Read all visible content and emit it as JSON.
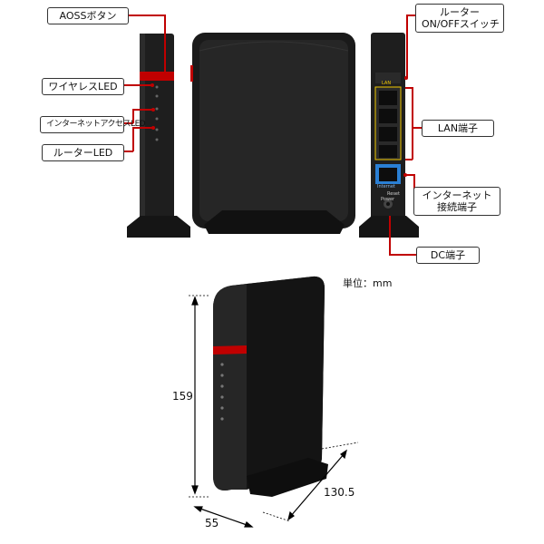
{
  "top_labels": {
    "aoss": "AOSSボタン",
    "wireless": "ワイヤレスLED",
    "internet_access": "インターネットアクセスLED",
    "router_led": "ルーターLED",
    "router_switch_line1": "ルーター",
    "router_switch_line2": "ON/OFFスイッチ",
    "lan": "LAN端子",
    "internet_port_line1": "インターネット",
    "internet_port_line2": "接続端子",
    "dc": "DC端子"
  },
  "rear_panel": {
    "lan_label": "LAN",
    "internet_label": "Internet",
    "reset_label": "Reset",
    "power_label": "Power"
  },
  "dimensions": {
    "unit": "単位：mm",
    "height": "159",
    "depth": "130.5",
    "width": "55"
  },
  "colors": {
    "accent_red": "#c00000",
    "device_body": "#1e1e1e",
    "lan_port_yellow": "#f0c800",
    "internet_port_blue": "#2a7fd4"
  }
}
